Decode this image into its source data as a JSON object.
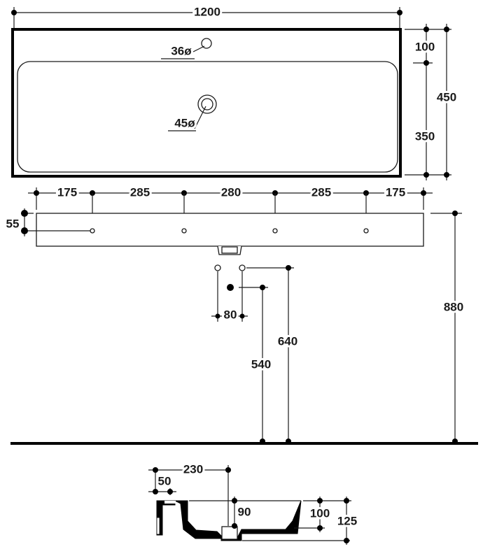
{
  "top_view": {
    "overall_width": "1200",
    "tap_hole": "36ø",
    "drain": "45ø",
    "depth_front": "100",
    "depth_basin": "350",
    "depth_total": "450"
  },
  "front_view": {
    "spacings": [
      "175",
      "285",
      "280",
      "285",
      "175"
    ],
    "bracket_height": "55",
    "supply_spacing": "80",
    "supply_height": "640",
    "waste_height": "540",
    "rim_height": "880"
  },
  "side_view": {
    "depth_total": "230",
    "back_offset": "50",
    "basin_depth": "90",
    "front_height": "100",
    "total_height": "125"
  },
  "colors": {
    "line": "#000000",
    "background": "#ffffff"
  }
}
